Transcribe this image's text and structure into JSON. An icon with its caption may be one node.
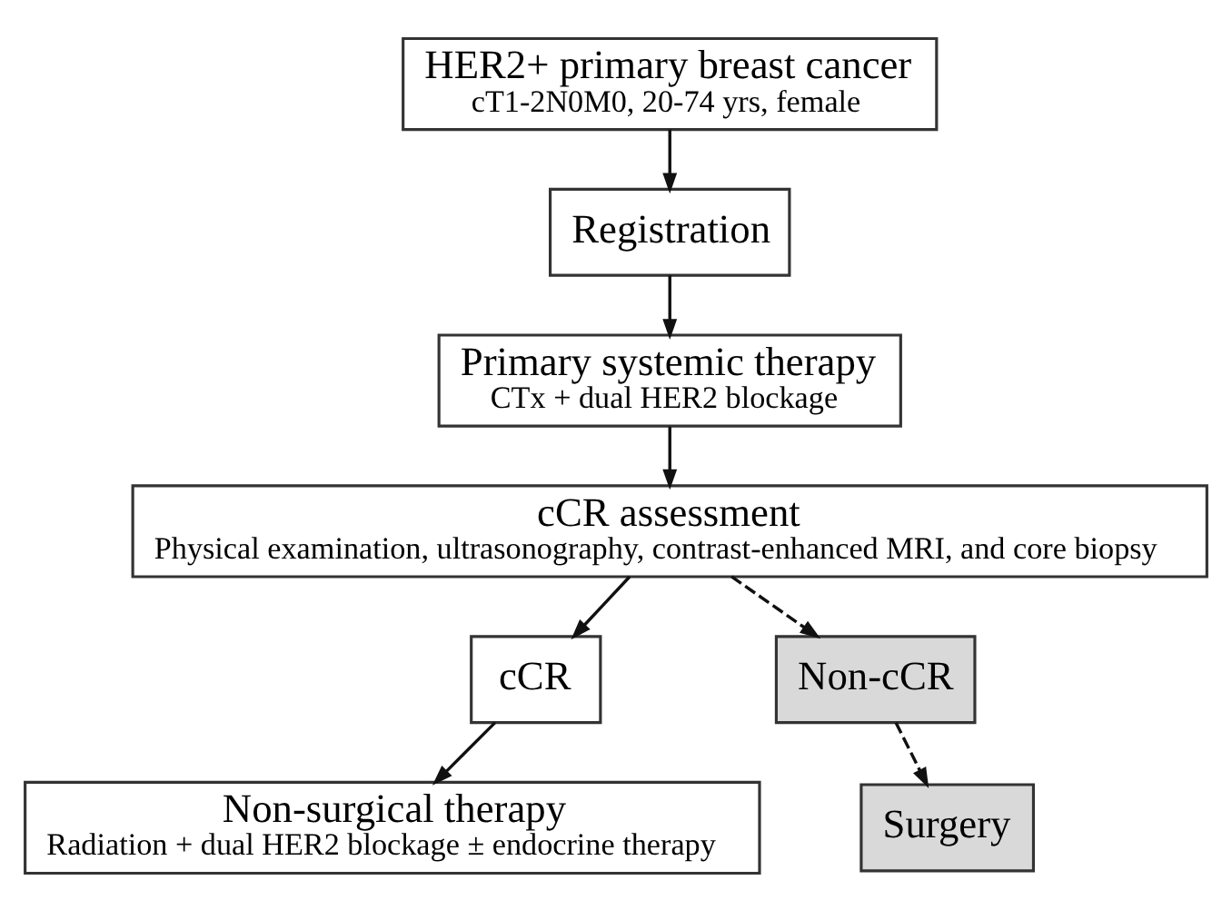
{
  "diagram": {
    "nodes": [
      {
        "text": [
          "HER2+ primary breast cancer",
          "cT1-2N0M0, 20-74 yrs, female"
        ]
      },
      {
        "text": [
          "Registration"
        ]
      },
      {
        "text": [
          "Primary systemic therapy",
          "CTx + dual HER2 blockage"
        ]
      },
      {
        "text": [
          "cCR assessment",
          "Physical examination, ultrasonography, contrast-enhanced MRI, and core biopsy"
        ]
      },
      {
        "text": [
          "cCR"
        ]
      },
      {
        "text": [
          "Non-cCR"
        ]
      },
      {
        "text": [
          "Non-surgical therapy",
          "Radiation + dual HER2 blockage ± endocrine therapy"
        ]
      },
      {
        "text": [
          "Surgery"
        ]
      }
    ],
    "edges": [
      {
        "from": 0,
        "to": 1,
        "arrow": "to"
      },
      {
        "from": 1,
        "to": 2,
        "arrow": "to"
      },
      {
        "from": 2,
        "to": 3,
        "arrow": "to"
      },
      {
        "from": 3,
        "to": 4,
        "arrow": "to"
      },
      {
        "from": 3,
        "to": 5,
        "arrow": "to",
        "style": "dashed"
      },
      {
        "from": 4,
        "to": 6,
        "arrow": "to"
      },
      {
        "from": 5,
        "to": 7,
        "arrow": "to",
        "style": "dashed"
      }
    ]
  }
}
